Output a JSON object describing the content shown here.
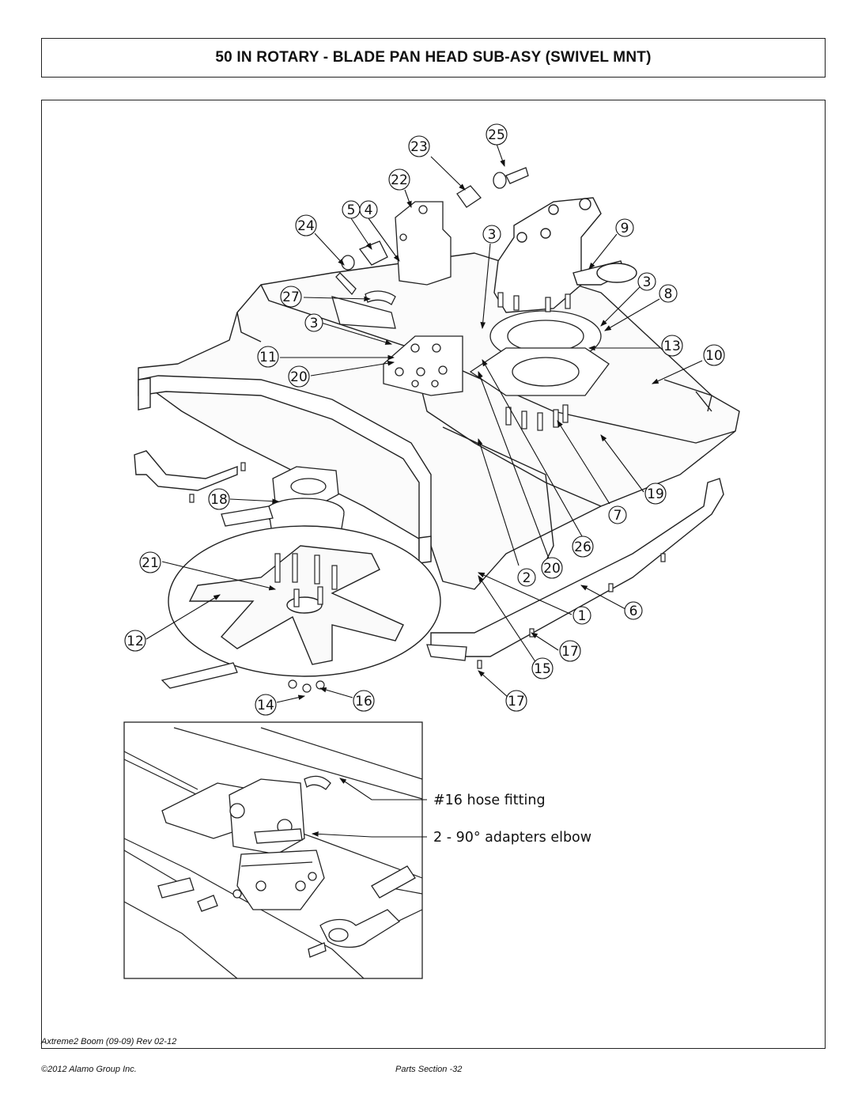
{
  "title": "50 IN ROTARY - BLADE PAN HEAD SUB-ASY (SWIVEL MNT)",
  "callouts": [
    "25",
    "23",
    "22",
    "5",
    "4",
    "24",
    "3",
    "9",
    "27",
    "3",
    "3",
    "8",
    "13",
    "10",
    "11",
    "20",
    "19",
    "18",
    "7",
    "21",
    "26",
    "2",
    "20",
    "6",
    "1",
    "12",
    "17",
    "15",
    "14",
    "16",
    "17"
  ],
  "detail_notes": {
    "hose_fitting": "#16 hose fitting",
    "adapters_elbow": "2 - 90° adapters elbow"
  },
  "footer": {
    "document_ref": "Axtreme2 Boom (09-09) Rev 02-12",
    "copyright": "©2012 Alamo Group Inc.",
    "page": "Parts Section -32"
  }
}
